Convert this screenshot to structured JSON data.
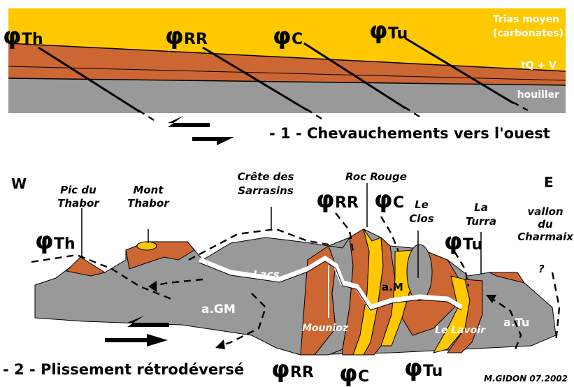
{
  "panel1": {
    "layers": {
      "trias": "Trias moyen",
      "trias_sub": "(carbonates)",
      "tq": "tQ + V",
      "houiller": "houiller"
    },
    "faults": {
      "th": "Th",
      "rr": "RR",
      "c": "C",
      "tu": "Tu"
    },
    "phi": "φ",
    "caption": "- 1 - Chevauchements vers l'ouest"
  },
  "panel2": {
    "west": "W",
    "east": "E",
    "labels": {
      "pic1": "Pic du",
      "pic2": "Thabor",
      "mont1": "Mont",
      "mont2": "Thabor",
      "crete1": "Crête des",
      "crete2": "Sarrasins",
      "roc": "Roc Rouge",
      "clos1": "Le",
      "clos2": "Clos",
      "turra1": "La",
      "turra2": "Turra",
      "vallon1": "vallon",
      "vallon2": "du",
      "vallon3": "Charmaix",
      "lacs": "Lacs",
      "agm": "a.GM",
      "am": "a.M",
      "atu": "a.Tu",
      "mounioz": "Mounioz",
      "lavoir": "Le Lavoir",
      "question": "?"
    },
    "faults": {
      "th": "Th",
      "rr_top": "RR",
      "c_top": "C",
      "tu_top": "Tu",
      "rr_bot": "RR",
      "c_bot": "C",
      "tu_bot": "Tu"
    },
    "caption": "- 2 - Plissement rétrodéversé",
    "credit": "M.GIDON 07.2002"
  },
  "colors": {
    "trias": "#ffc800",
    "tq": "#cc6633",
    "houiller": "#999999",
    "snow": "#ffffff"
  }
}
